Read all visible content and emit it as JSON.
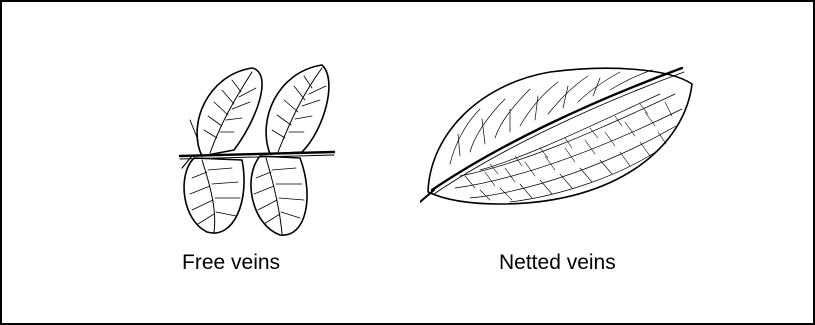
{
  "figures": [
    {
      "caption": "Free veins",
      "icon": "free-veins-leaf-drawing"
    },
    {
      "caption": "Netted veins",
      "icon": "netted-veins-leaf-drawing"
    }
  ],
  "colors": {
    "ink": "#000000",
    "background": "#ffffff"
  }
}
